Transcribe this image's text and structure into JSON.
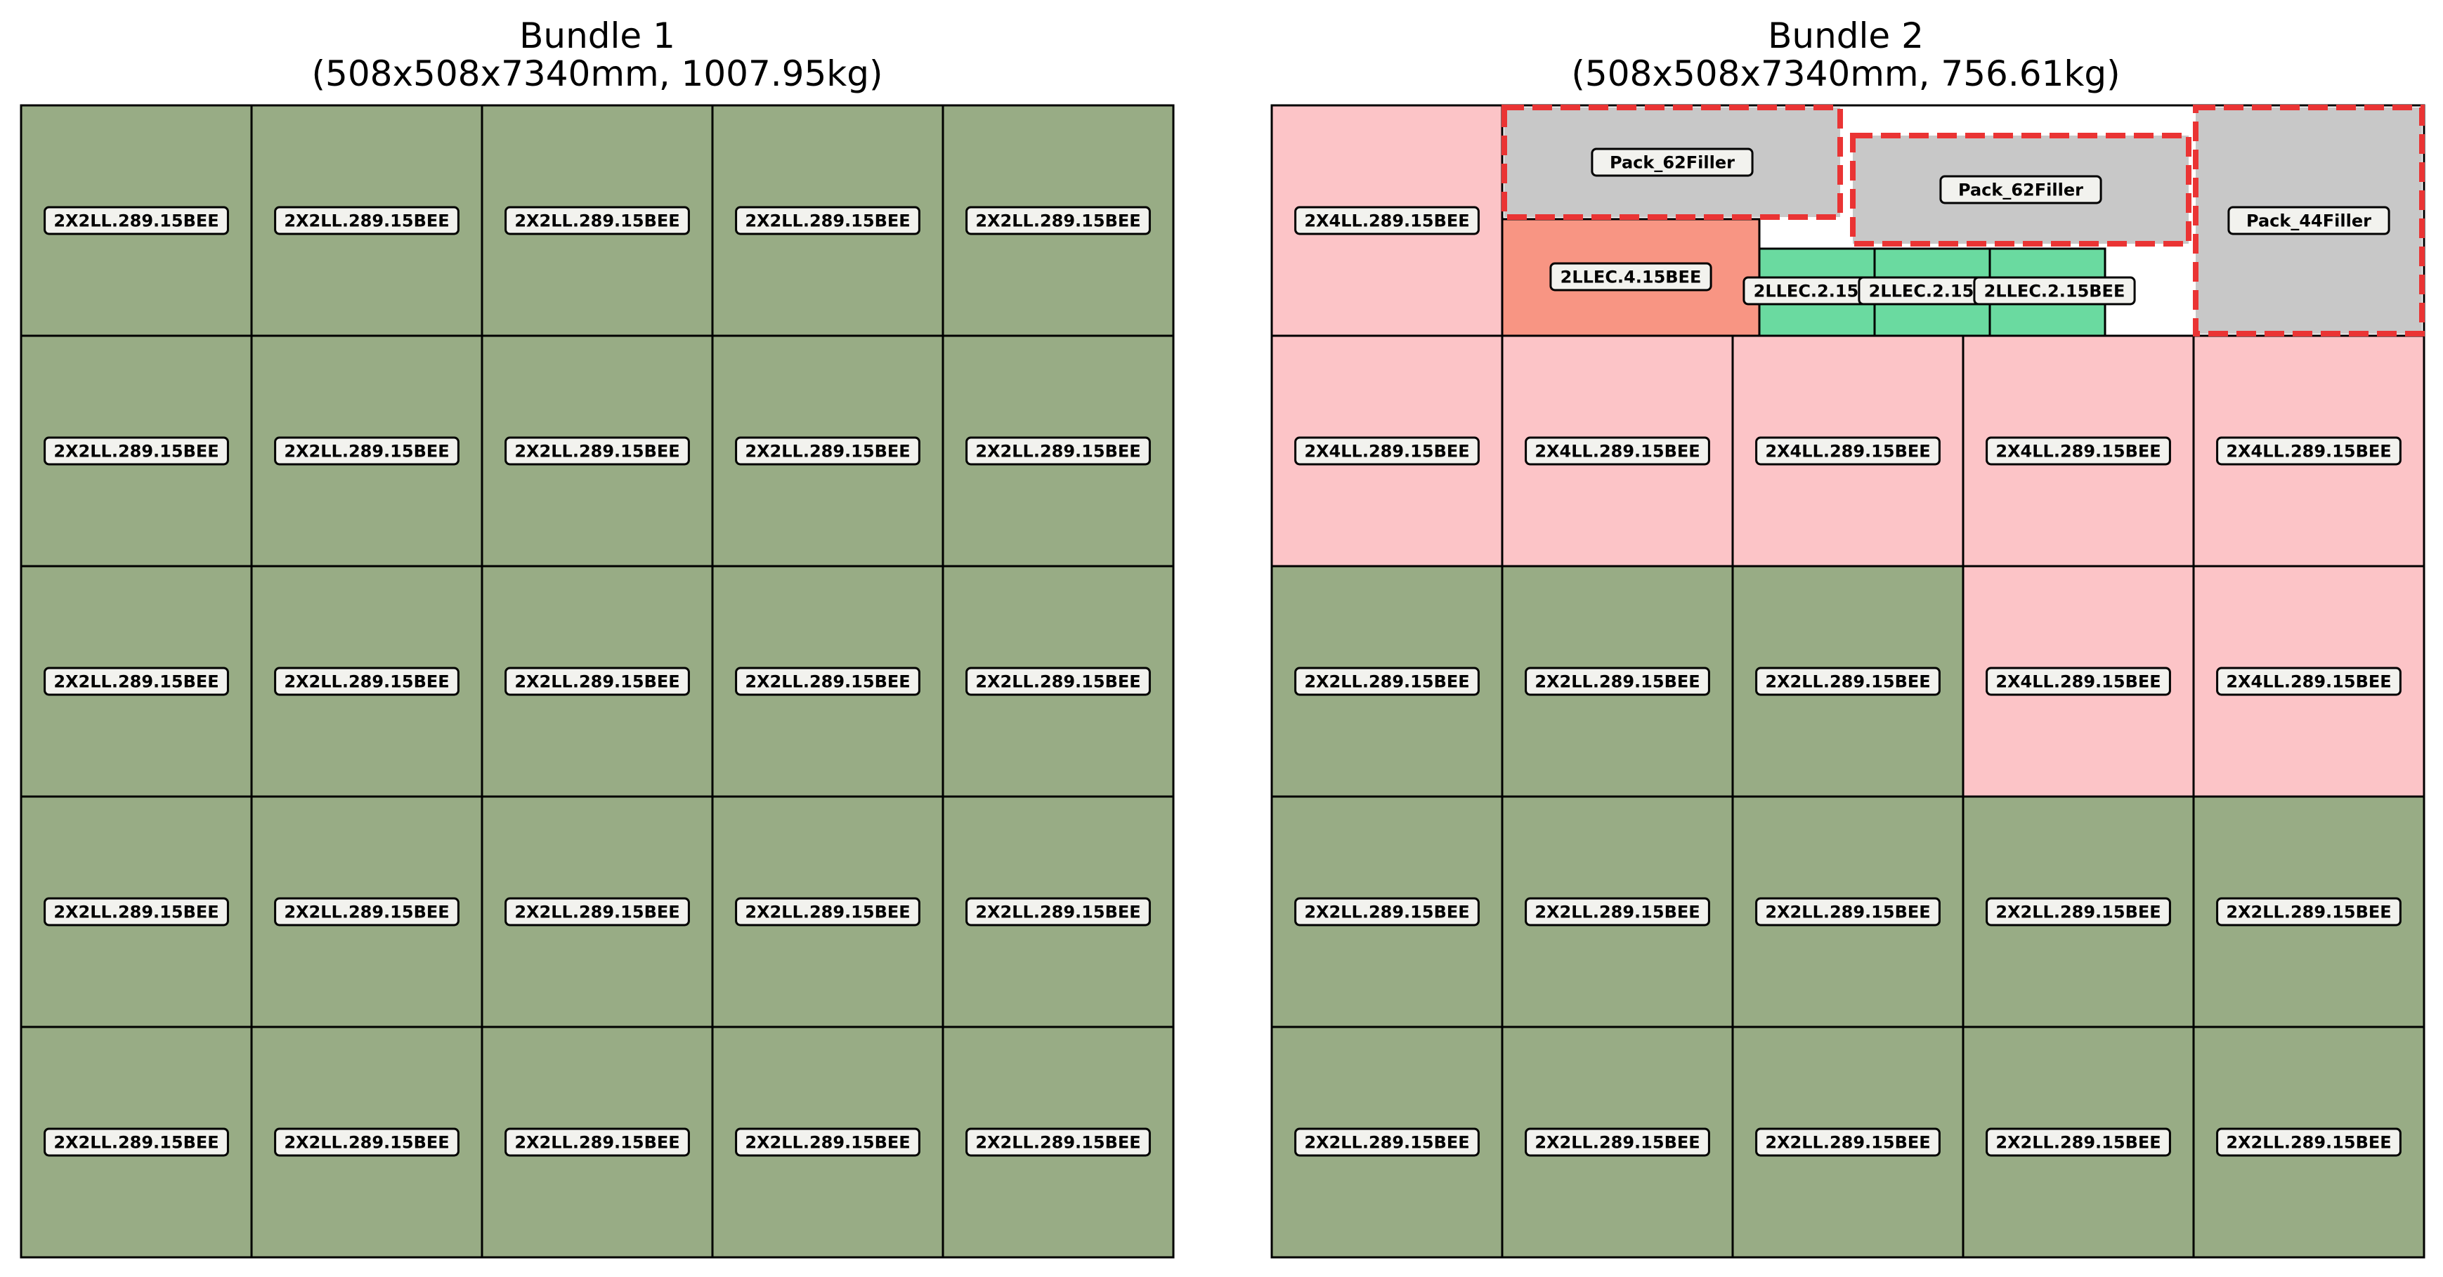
{
  "colors": {
    "2X2LL": "#98ac85",
    "2X4LL": "#fcc4c7",
    "2LLEC.4": "#f89583",
    "2LLEC.2": "#6adaa0",
    "filler": "#c8c8c8",
    "filler_border": "#ea3434",
    "cell_border": "#000000",
    "empty": "#ffffff"
  },
  "bundles": [
    {
      "title_line1": "Bundle 1",
      "title_line2": "(508x508x7340mm, 1007.95kg)",
      "grid": [
        [
          "2X2LL.289.15BEE",
          "2X2LL.289.15BEE",
          "2X2LL.289.15BEE",
          "2X2LL.289.15BEE",
          "2X2LL.289.15BEE"
        ],
        [
          "2X2LL.289.15BEE",
          "2X2LL.289.15BEE",
          "2X2LL.289.15BEE",
          "2X2LL.289.15BEE",
          "2X2LL.289.15BEE"
        ],
        [
          "2X2LL.289.15BEE",
          "2X2LL.289.15BEE",
          "2X2LL.289.15BEE",
          "2X2LL.289.15BEE",
          "2X2LL.289.15BEE"
        ],
        [
          "2X2LL.289.15BEE",
          "2X2LL.289.15BEE",
          "2X2LL.289.15BEE",
          "2X2LL.289.15BEE",
          "2X2LL.289.15BEE"
        ],
        [
          "2X2LL.289.15BEE",
          "2X2LL.289.15BEE",
          "2X2LL.289.15BEE",
          "2X2LL.289.15BEE",
          "2X2LL.289.15BEE"
        ]
      ]
    },
    {
      "title_line1": "Bundle 2",
      "title_line2": "(508x508x7340mm, 756.61kg)",
      "grid": [
        [
          "2X4LL.289.15BEE",
          null,
          null,
          null,
          null
        ],
        [
          "2X4LL.289.15BEE",
          "2X4LL.289.15BEE",
          "2X4LL.289.15BEE",
          "2X4LL.289.15BEE",
          "2X4LL.289.15BEE"
        ],
        [
          "2X2LL.289.15BEE",
          "2X2LL.289.15BEE",
          "2X2LL.289.15BEE",
          "2X4LL.289.15BEE",
          "2X4LL.289.15BEE"
        ],
        [
          "2X2LL.289.15BEE",
          "2X2LL.289.15BEE",
          "2X2LL.289.15BEE",
          "2X2LL.289.15BEE",
          "2X2LL.289.15BEE"
        ],
        [
          "2X2LL.289.15BEE",
          "2X2LL.289.15BEE",
          "2X2LL.289.15BEE",
          "2X2LL.289.15BEE",
          "2X2LL.289.15BEE"
        ]
      ],
      "top_row_parts": [
        {
          "kind": "2LLEC.4",
          "label": "2LLEC.4.15BEE"
        },
        {
          "kind": "2LLEC.2",
          "label": "2LLEC.2.15BEE"
        },
        {
          "kind": "2LLEC.2",
          "label": "2LLEC.2.15BEE"
        },
        {
          "kind": "2LLEC.2",
          "label": "2LLEC.2.15BEE"
        },
        {
          "kind": "filler",
          "label": "Pack_62Filler"
        },
        {
          "kind": "filler",
          "label": "Pack_62Filler"
        },
        {
          "kind": "filler",
          "label": "Pack_44Filler"
        }
      ]
    }
  ]
}
